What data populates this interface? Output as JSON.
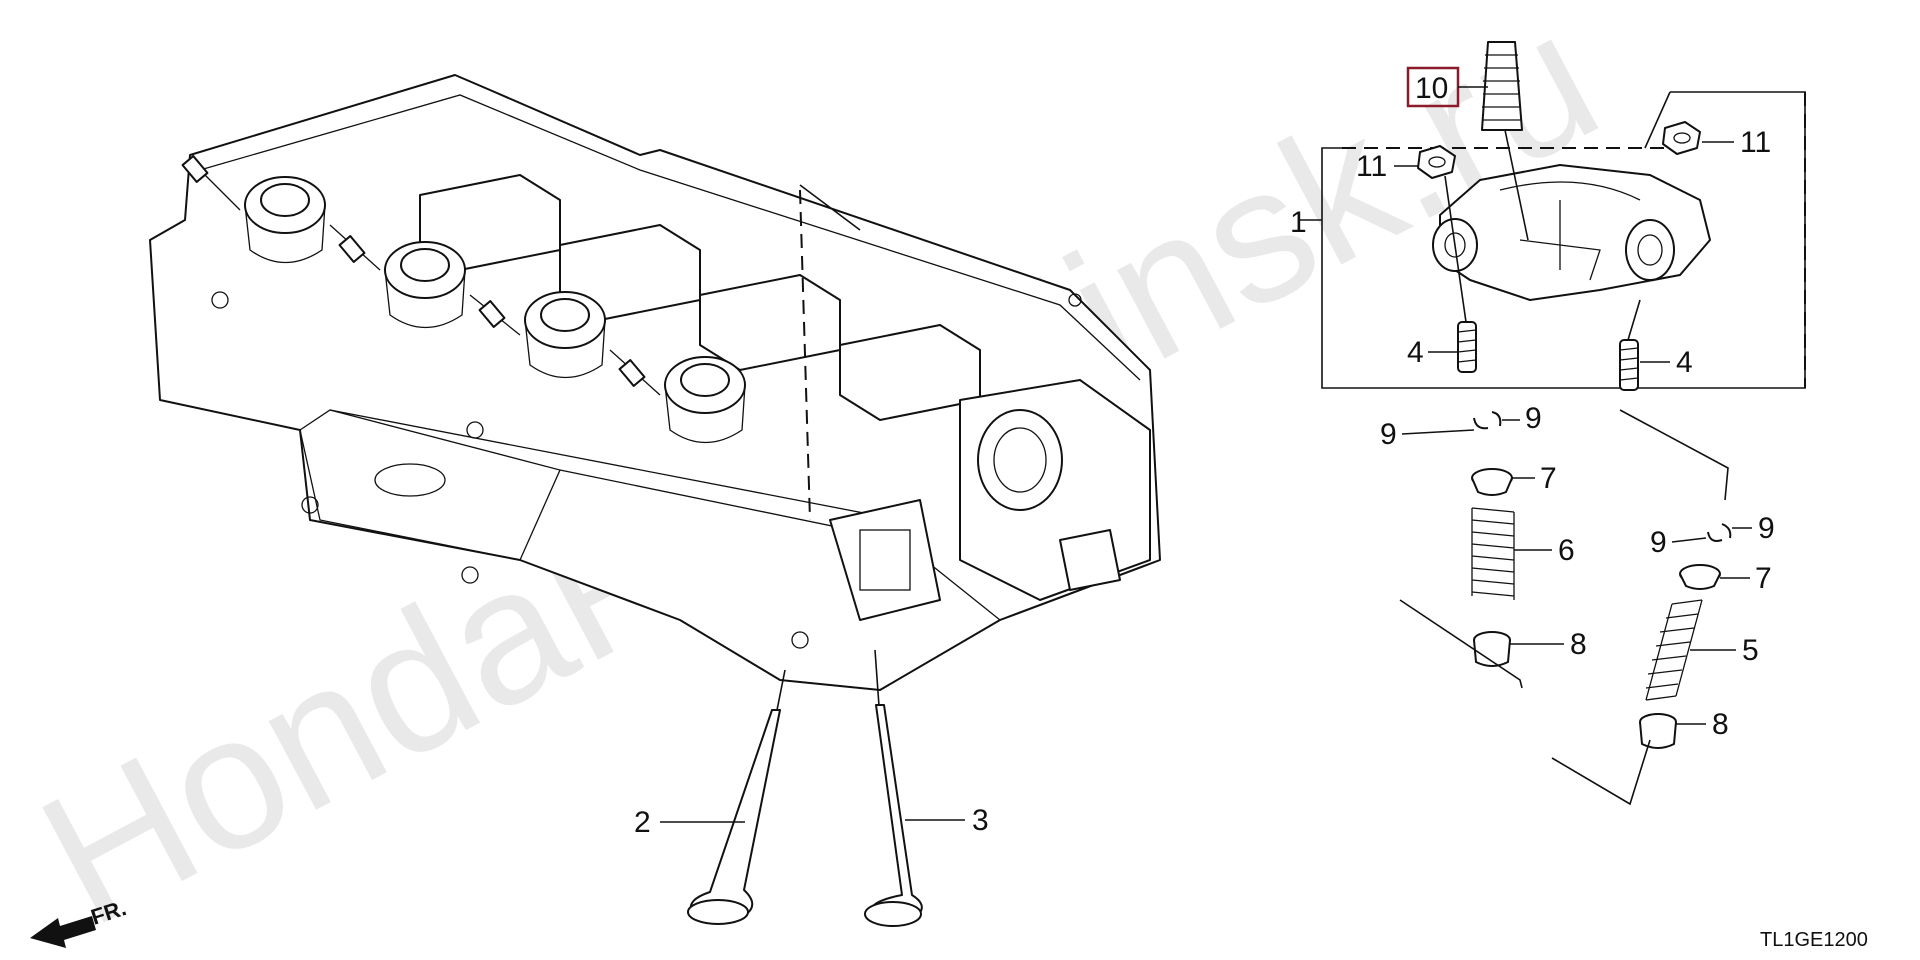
{
  "watermark": "HondaPartsMinsk.ru",
  "diagram_code": "TL1GE1200",
  "front_indicator": "FR.",
  "callouts": {
    "c1": "1",
    "c2": "2",
    "c3": "3",
    "c4a": "4",
    "c4b": "4",
    "c5": "5",
    "c6": "6",
    "c7a": "7",
    "c7b": "7",
    "c8a": "8",
    "c8b": "8",
    "c9a": "9",
    "c9b": "9",
    "c9c": "9",
    "c9d": "9",
    "c10": "10",
    "c11a": "11",
    "c11b": "11"
  },
  "highlight_color": "#8b1a2a"
}
